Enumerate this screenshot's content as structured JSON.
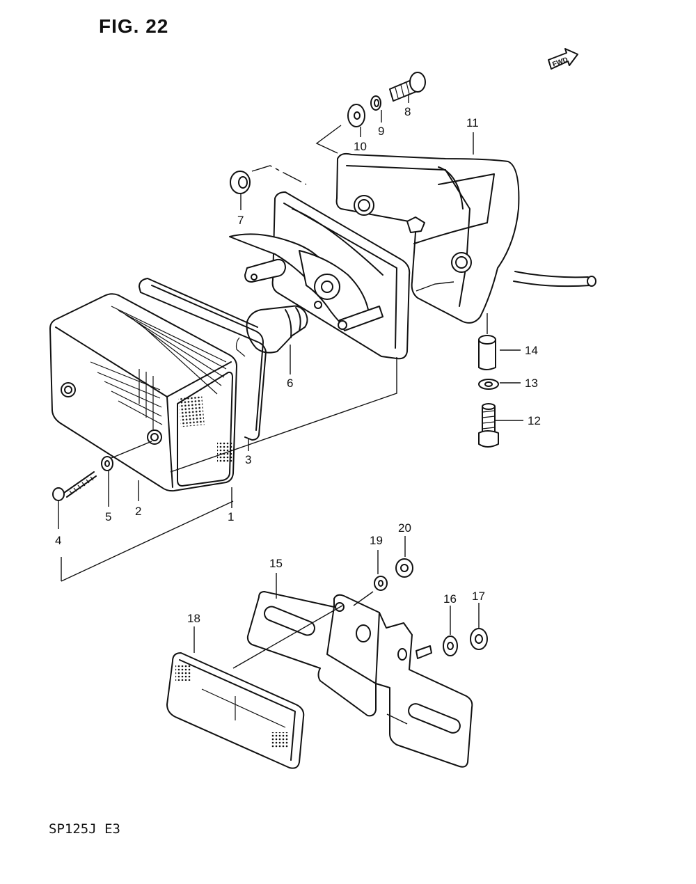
{
  "figure": {
    "title": "FIG. 22",
    "model": "SP125J  E3",
    "fwd_label": "FWD"
  },
  "callouts": [
    {
      "id": "1",
      "label": "1"
    },
    {
      "id": "2",
      "label": "2"
    },
    {
      "id": "3",
      "label": "3"
    },
    {
      "id": "4",
      "label": "4"
    },
    {
      "id": "5",
      "label": "5"
    },
    {
      "id": "6",
      "label": "6"
    },
    {
      "id": "7",
      "label": "7"
    },
    {
      "id": "8",
      "label": "8"
    },
    {
      "id": "9",
      "label": "9"
    },
    {
      "id": "10",
      "label": "10"
    },
    {
      "id": "11",
      "label": "11"
    },
    {
      "id": "12",
      "label": "12"
    },
    {
      "id": "13",
      "label": "13"
    },
    {
      "id": "14",
      "label": "14"
    },
    {
      "id": "15",
      "label": "15"
    },
    {
      "id": "16",
      "label": "16"
    },
    {
      "id": "17",
      "label": "17"
    },
    {
      "id": "18",
      "label": "18"
    },
    {
      "id": "19",
      "label": "19"
    },
    {
      "id": "20",
      "label": "20"
    }
  ]
}
